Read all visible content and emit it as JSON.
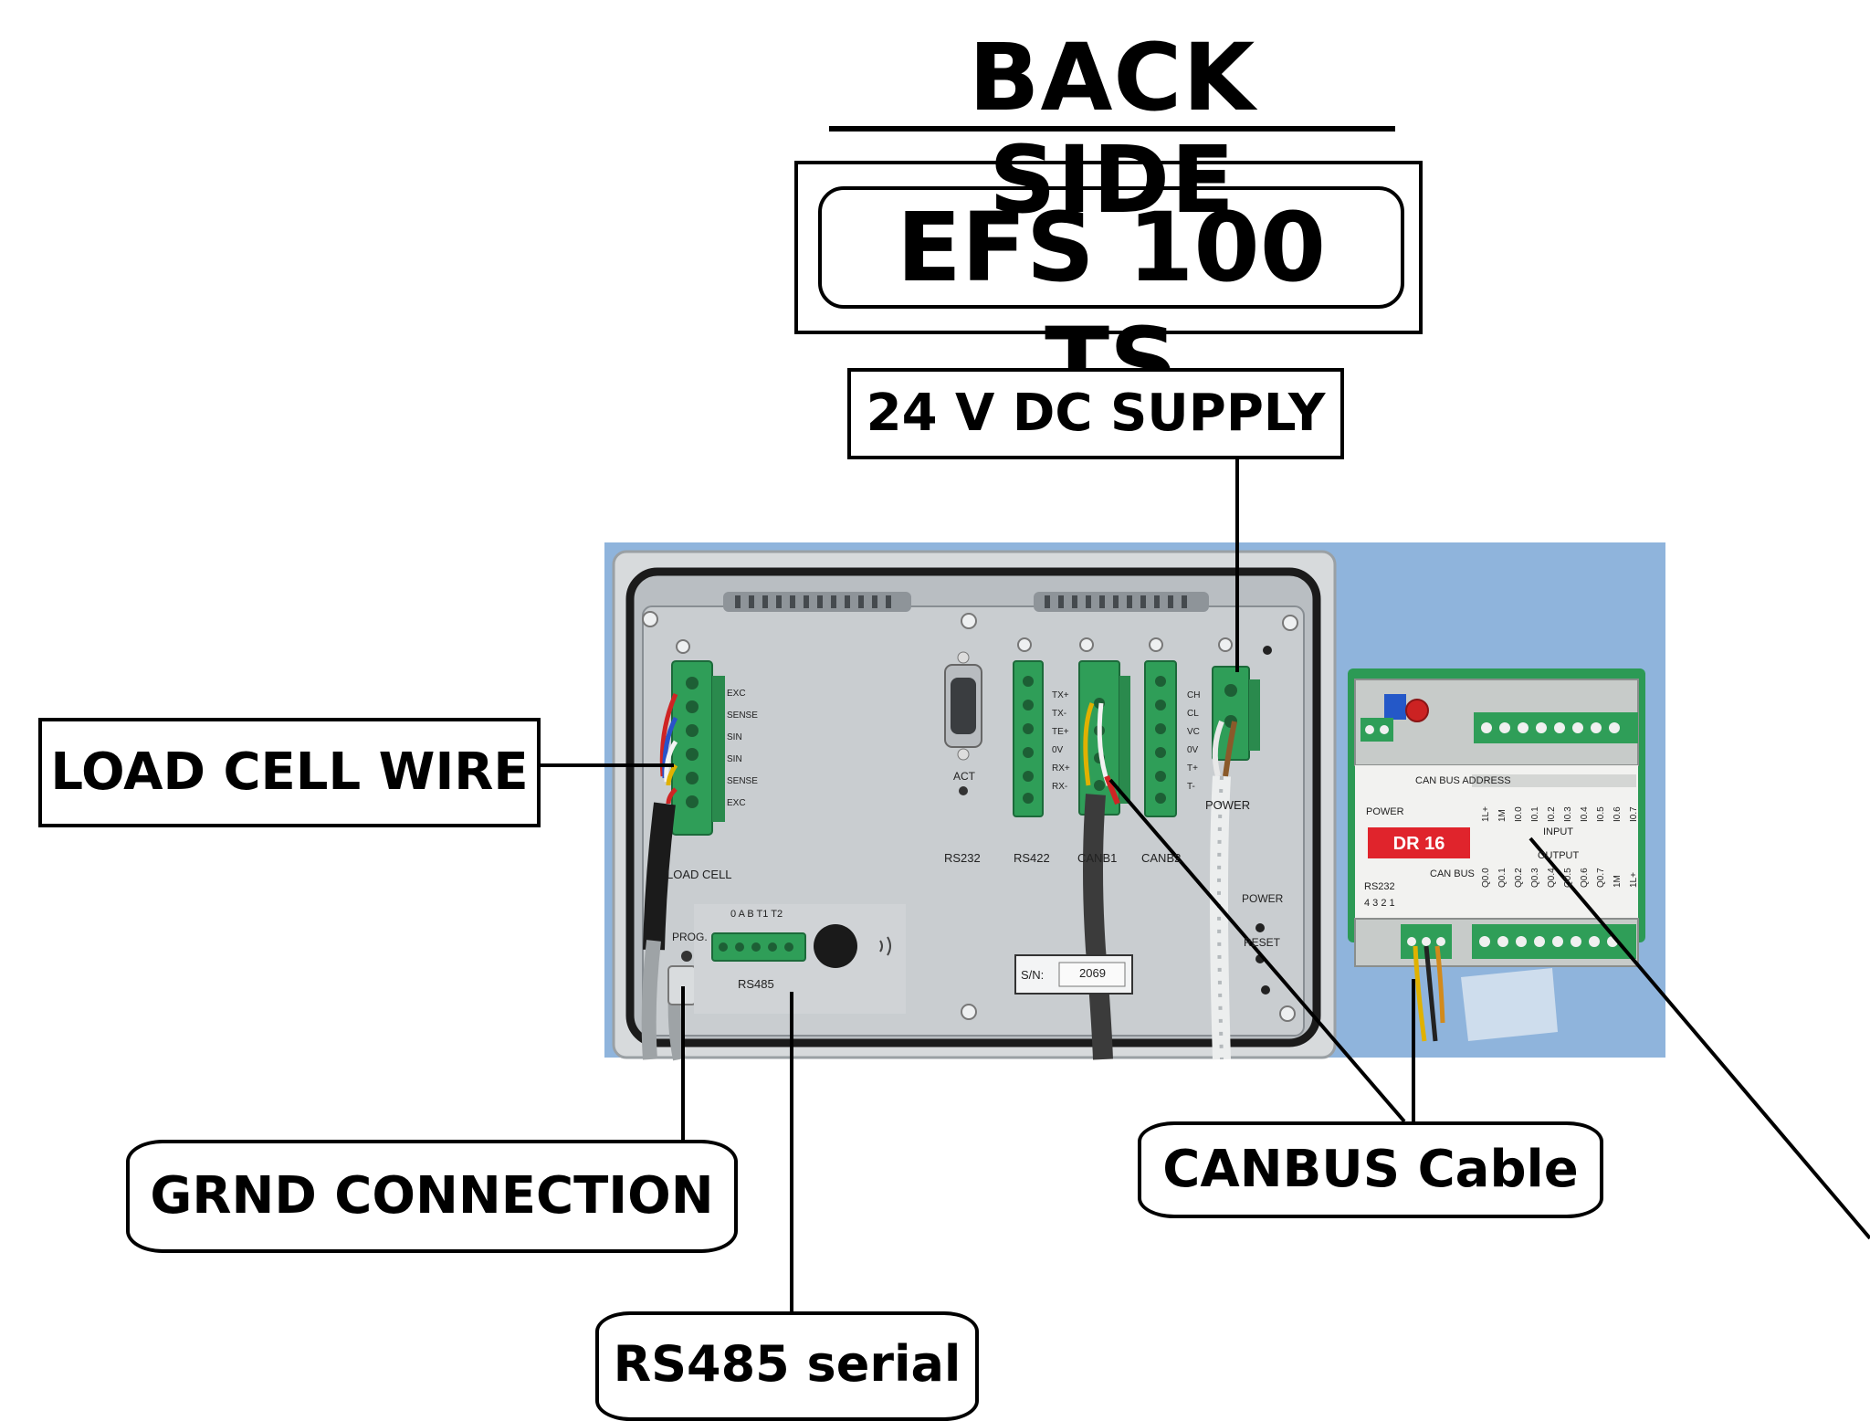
{
  "title": "BACK SIDE",
  "model": "EFS 100 TS",
  "callouts": {
    "supply": "24 V DC SUPPLY",
    "load_cell": "LOAD CELL WIRE",
    "ground": "GRND CONNECTION",
    "canbus": "CANBUS Cable",
    "rs485": "RS485 serial"
  },
  "device_labels": {
    "load_cell_pins": [
      "EXC",
      "SENSE",
      "SIN",
      "SIN",
      "SENSE",
      "EXC"
    ],
    "load_cell": "LOAD CELL",
    "prog": "PROG.",
    "rs485_pins": "0 A B T1 T2",
    "rs485": "RS485",
    "act": "ACT",
    "rs232": "RS232",
    "rs422": "RS422",
    "rs422_pins": [
      "TX+",
      "TX-",
      "TE+",
      "0V",
      "RX+",
      "RX-"
    ],
    "canb1": "CANB1",
    "canb2": "CANB2",
    "can_pins": [
      "CH",
      "CL",
      "VC",
      "0V",
      "T+",
      "T-"
    ],
    "power": "POWER",
    "power_led": "POWER",
    "reset": "RESET",
    "sn_label": "S/N:",
    "sn_value": "2069"
  },
  "module_labels": {
    "name": "DR 16",
    "can_bus_address": "CAN BUS ADDRESS",
    "power": "POWER",
    "input": "INPUT",
    "output": "OUTPUT",
    "can_bus": "CAN BUS",
    "rs232": "RS232",
    "rs232_pins": "4 3 2 1",
    "input_pins": [
      "1L+",
      "1M",
      "I0.0",
      "I0.1",
      "I0.2",
      "I0.3",
      "I0.4",
      "I0.5",
      "I0.6",
      "I0.7"
    ],
    "output_pins": [
      "Q0.0",
      "Q0.1",
      "Q0.2",
      "Q0.3",
      "Q0.4",
      "Q0.5",
      "Q0.6",
      "Q0.7",
      "1M",
      "1L+"
    ]
  },
  "colors": {
    "photo_bg": "#8fb4dc",
    "terminal_green": "#2f9e58",
    "module_red": "#e0242c",
    "panel_grey": "#c5c9cc"
  }
}
